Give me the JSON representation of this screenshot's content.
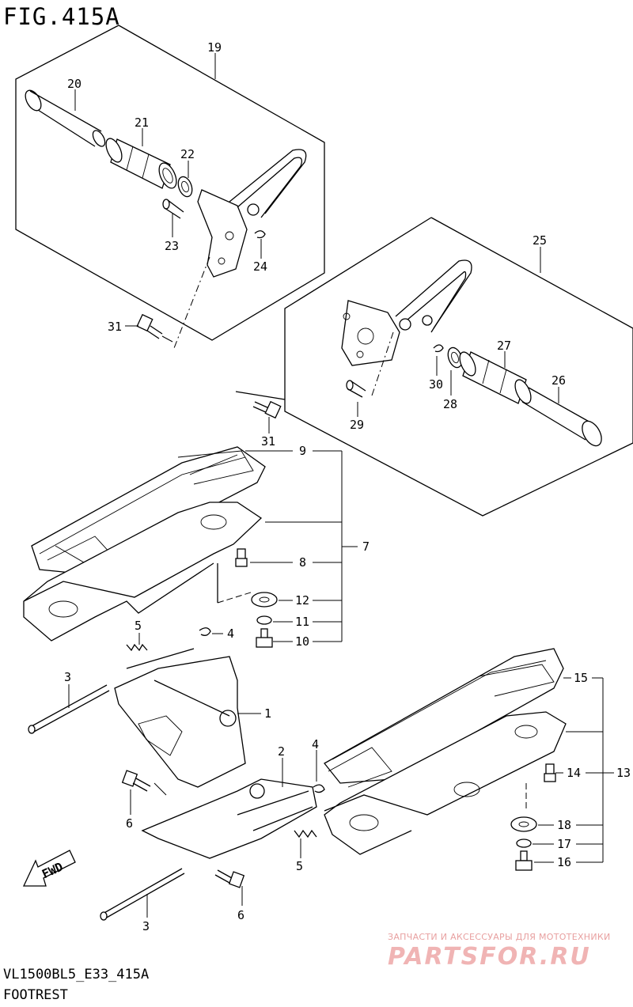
{
  "figure": {
    "title": "FIG.415A",
    "model_code": "VL1500BL5_E33_415A",
    "name": "FOOTREST"
  },
  "part_numbers": [
    "1",
    "2",
    "3",
    "3",
    "4",
    "4",
    "5",
    "5",
    "6",
    "6",
    "7",
    "8",
    "9",
    "10",
    "11",
    "12",
    "13",
    "14",
    "15",
    "16",
    "17",
    "18",
    "19",
    "20",
    "21",
    "22",
    "23",
    "24",
    "25",
    "26",
    "27",
    "28",
    "29",
    "30",
    "31",
    "31"
  ],
  "direction_arrow": "FWD",
  "watermark": {
    "tagline": "ЗАПЧАСТИ И АКСЕССУАРЫ ДЛЯ МОТОТЕХНИКИ",
    "logo": "PARTSFOR.RU"
  }
}
